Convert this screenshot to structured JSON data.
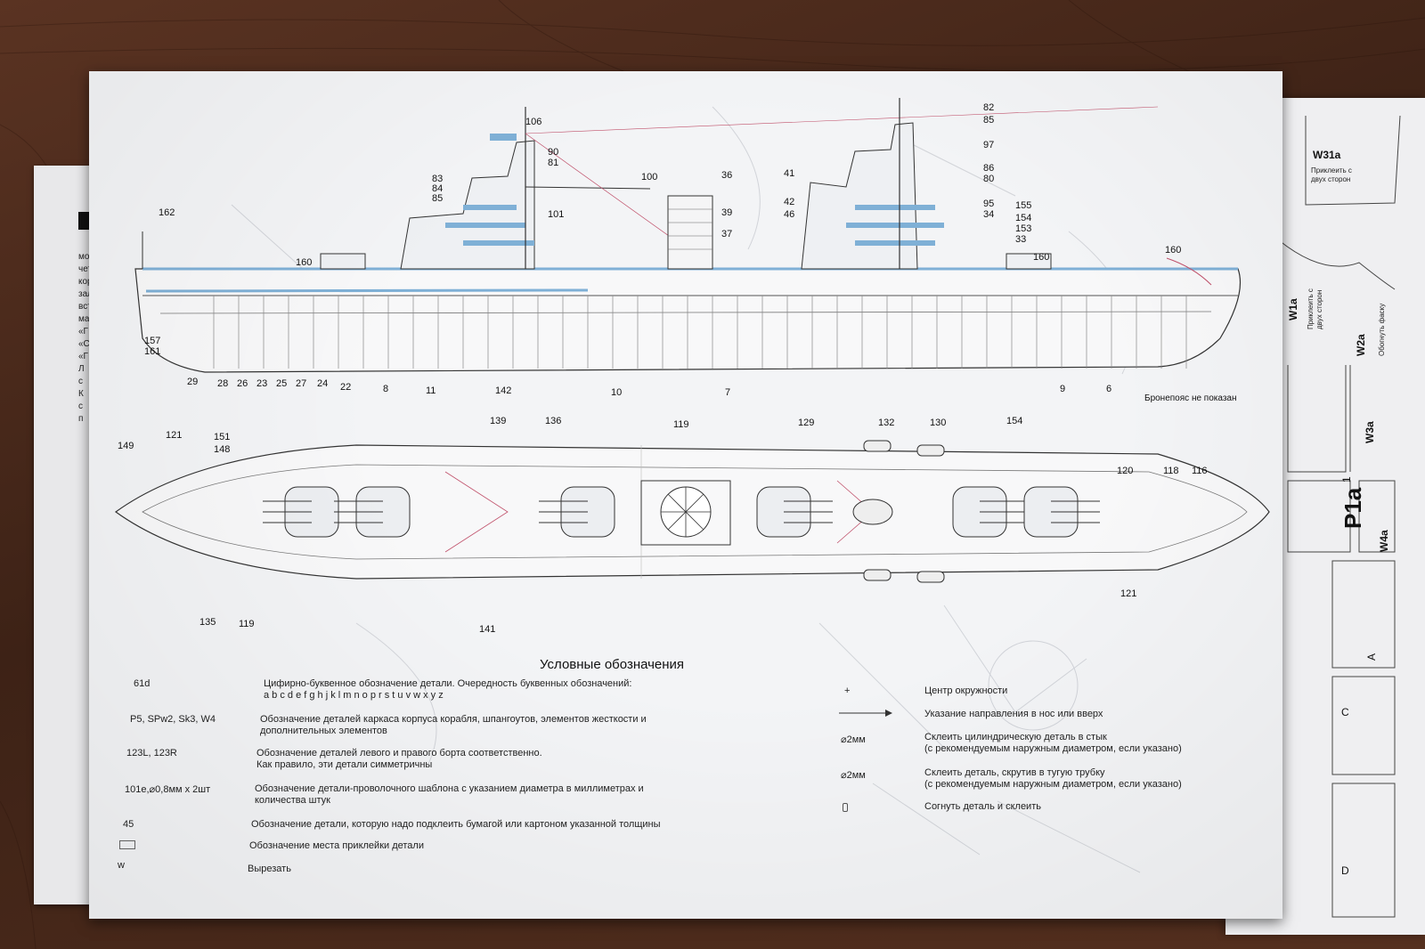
{
  "side_view": {
    "callouts_top": [
      "106",
      "90",
      "81",
      "100",
      "36",
      "83",
      "84",
      "85",
      "101",
      "39",
      "37",
      "41",
      "42",
      "46",
      "82",
      "85",
      "97",
      "86",
      "80",
      "95",
      "34",
      "155",
      "154",
      "153",
      "33",
      "160",
      "162",
      "160",
      "160"
    ],
    "callouts_bottom": [
      "157",
      "161",
      "29",
      "28",
      "26",
      "23",
      "25",
      "27",
      "24",
      "22",
      "8",
      "11",
      "142",
      "10",
      "7",
      "9",
      "6"
    ],
    "note": "Бронепояс не показан"
  },
  "top_view": {
    "callouts": [
      "139",
      "136",
      "119",
      "129",
      "132",
      "130",
      "154",
      "149",
      "121",
      "151",
      "148",
      "120",
      "118",
      "116",
      "135",
      "119",
      "141",
      "121"
    ]
  },
  "legend": {
    "title": "Условные обозначения",
    "items": [
      {
        "code": "61d",
        "desc": "Цифирно-буквенное обозначение детали. Очередность буквенных обозначений:\na b c d e f g h j k l m n o p r s t u v w x y z"
      },
      {
        "code": "P5, SPw2, Sk3, W4",
        "desc": "Обозначение деталей каркаса корпуса корабля, шпангоутов, элементов жесткости и\nдополнительных элементов"
      },
      {
        "code": "123L, 123R",
        "desc": "Обозначение деталей левого и правого борта соответственно.\nКак правило, эти детали симметричны"
      },
      {
        "code": "101e,⌀0,8мм x 2шт",
        "desc": "Обозначение детали-проволочного шаблона с указанием диаметра в миллиметрах и\nколичества штук"
      },
      {
        "code": "45",
        "desc": "Обозначение детали, которую надо подклеить бумагой или картоном указанной толщины"
      },
      {
        "code": "",
        "desc": "Обозначение места приклейки детали"
      },
      {
        "code": "w",
        "desc": "Вырезать"
      }
    ],
    "right_items": [
      {
        "symbol": "+",
        "desc": "Центр окружности"
      },
      {
        "symbol": "",
        "desc": "Указание направления в нос или вверх"
      },
      {
        "symbol": "⌀2мм",
        "desc": "Склеить цилиндрическую деталь в стык\n(с рекомендуемым наружным диаметром, если указано)"
      },
      {
        "symbol": "⌀2мм",
        "desc": "Склеить деталь, скрутив в тугую трубку\n(с рекомендуемым наружным диаметром, если указано)"
      },
      {
        "symbol": "",
        "desc": "Согнуть деталь и склеить"
      }
    ]
  },
  "right_sheet": {
    "labels": [
      "W31a",
      "Приклеить с\nдвух сторон",
      "W1a",
      "Приклеить с\nдвух сторон",
      "W2a",
      "Обогнуть фаску",
      "W3a",
      "P1a",
      "1",
      "W4a",
      "A",
      "C",
      "D"
    ]
  },
  "colors": {
    "paper": "#f3f4f6",
    "line": "#333333",
    "blue_rail": "#7fb0d6",
    "red_line": "#c0506a",
    "wood": "#4a2a1c"
  }
}
